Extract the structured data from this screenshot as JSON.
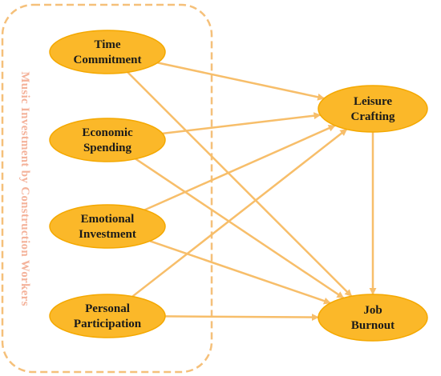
{
  "group": {
    "label": "Music Investment by Construction Workers",
    "border_color": "#f5c07a"
  },
  "colors": {
    "node_fill": "#fbb829",
    "node_stroke": "#f4a800",
    "arrow": "#f7be6a"
  },
  "nodes": {
    "time_commitment": {
      "line1": "Time",
      "line2": "Commitment"
    },
    "economic_spending": {
      "line1": "Economic",
      "line2": "Spending"
    },
    "emotional_investment": {
      "line1": "Emotional",
      "line2": "Investment"
    },
    "personal_participation": {
      "line1": "Personal",
      "line2": "Participation"
    },
    "leisure_crafting": {
      "line1": "Leisure",
      "line2": "Crafting"
    },
    "job_burnout": {
      "line1": "Job",
      "line2": "Burnout"
    }
  },
  "edges": [
    {
      "from": "time_commitment",
      "to": "leisure_crafting"
    },
    {
      "from": "time_commitment",
      "to": "job_burnout"
    },
    {
      "from": "economic_spending",
      "to": "leisure_crafting"
    },
    {
      "from": "economic_spending",
      "to": "job_burnout"
    },
    {
      "from": "emotional_investment",
      "to": "leisure_crafting"
    },
    {
      "from": "emotional_investment",
      "to": "job_burnout"
    },
    {
      "from": "personal_participation",
      "to": "leisure_crafting"
    },
    {
      "from": "personal_participation",
      "to": "job_burnout"
    },
    {
      "from": "leisure_crafting",
      "to": "job_burnout"
    }
  ]
}
